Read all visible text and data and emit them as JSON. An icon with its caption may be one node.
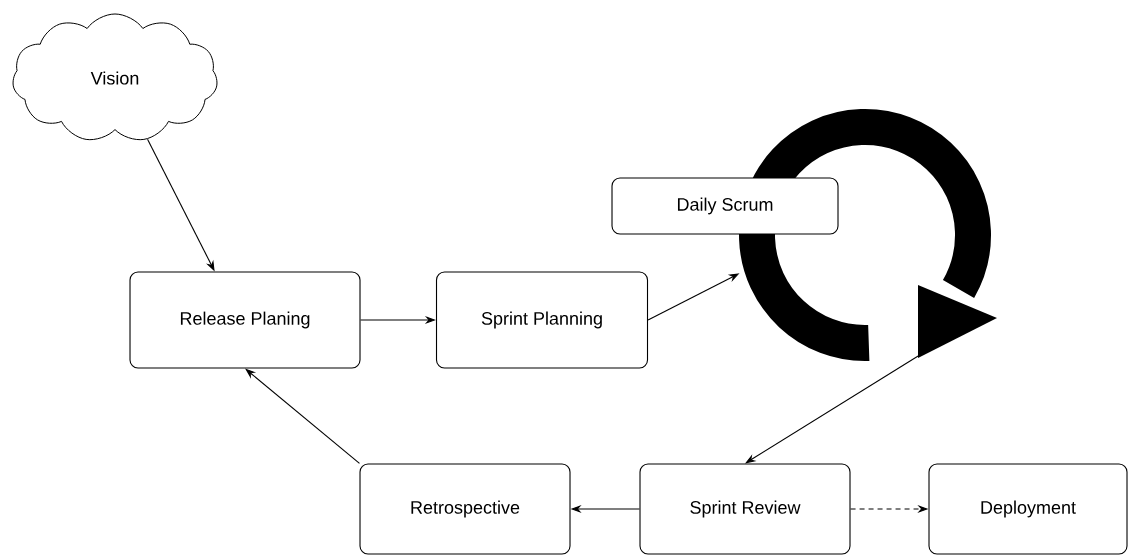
{
  "diagram": {
    "nodes": [
      {
        "text": [
          "Vision"
        ]
      },
      {
        "text": [
          "Release Planing"
        ]
      },
      {
        "text": [
          "Sprint Planning"
        ]
      },
      {
        "text": [
          "Daily Scrum"
        ]
      },
      {
        "text": [],
        "shape": "circle"
      },
      {
        "text": [
          "Retrospective"
        ]
      },
      {
        "text": [
          "Sprint Review"
        ]
      },
      {
        "text": [
          "Deployment"
        ]
      }
    ],
    "edges": [
      {
        "from": 0,
        "to": 1,
        "arrow": "to"
      },
      {
        "from": 1,
        "to": 2,
        "arrow": "to"
      },
      {
        "from": 2,
        "to": 4,
        "arrow": "to"
      },
      {
        "from": 4,
        "to": 6,
        "arrow": "to"
      },
      {
        "from": 6,
        "to": 5,
        "arrow": "to"
      },
      {
        "from": 5,
        "to": 1,
        "arrow": "to"
      },
      {
        "from": 6,
        "to": 7,
        "arrow": "to",
        "style": "dashed"
      }
    ]
  }
}
